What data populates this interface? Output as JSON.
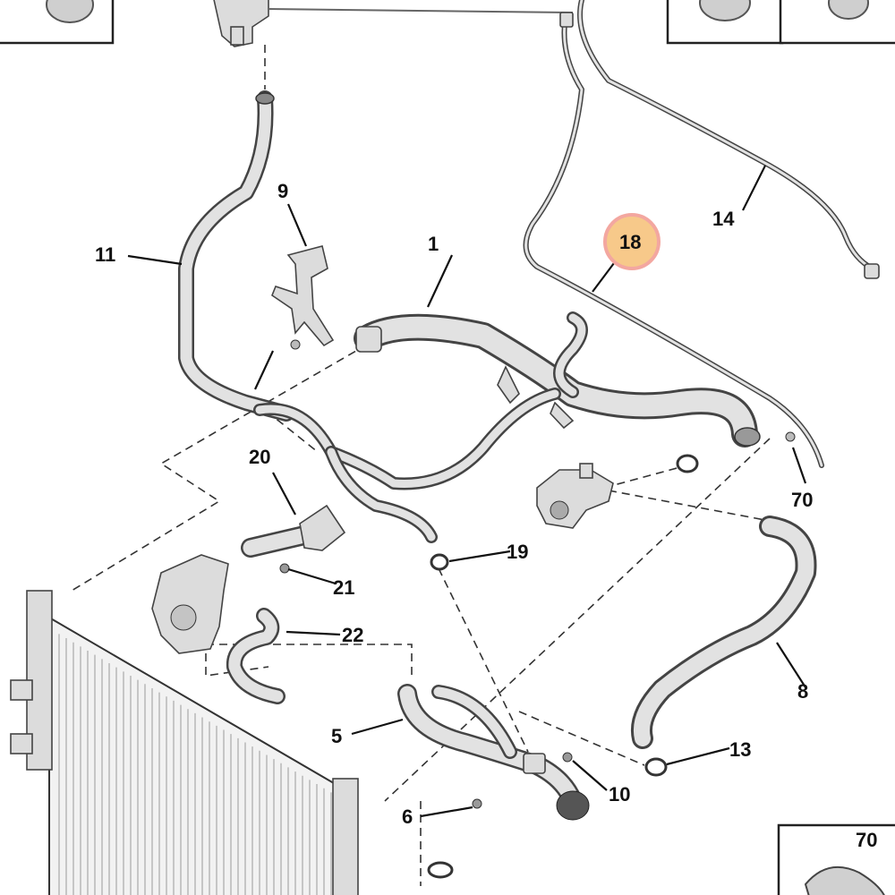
{
  "callouts": {
    "c1": "1",
    "c5": "5",
    "c6": "6",
    "c8": "8",
    "c9": "9",
    "c10": "10",
    "c11": "11",
    "c13": "13",
    "c14": "14",
    "c18": "18",
    "c19": "19",
    "c20": "20",
    "c21": "21",
    "c22": "22",
    "c70": "70",
    "inset_70": "70"
  },
  "colors": {
    "highlight": "#f7c98a",
    "highlight_ring": "#f3a7a0",
    "ink": "#111111",
    "hose_fill": "#e2e2e2"
  }
}
